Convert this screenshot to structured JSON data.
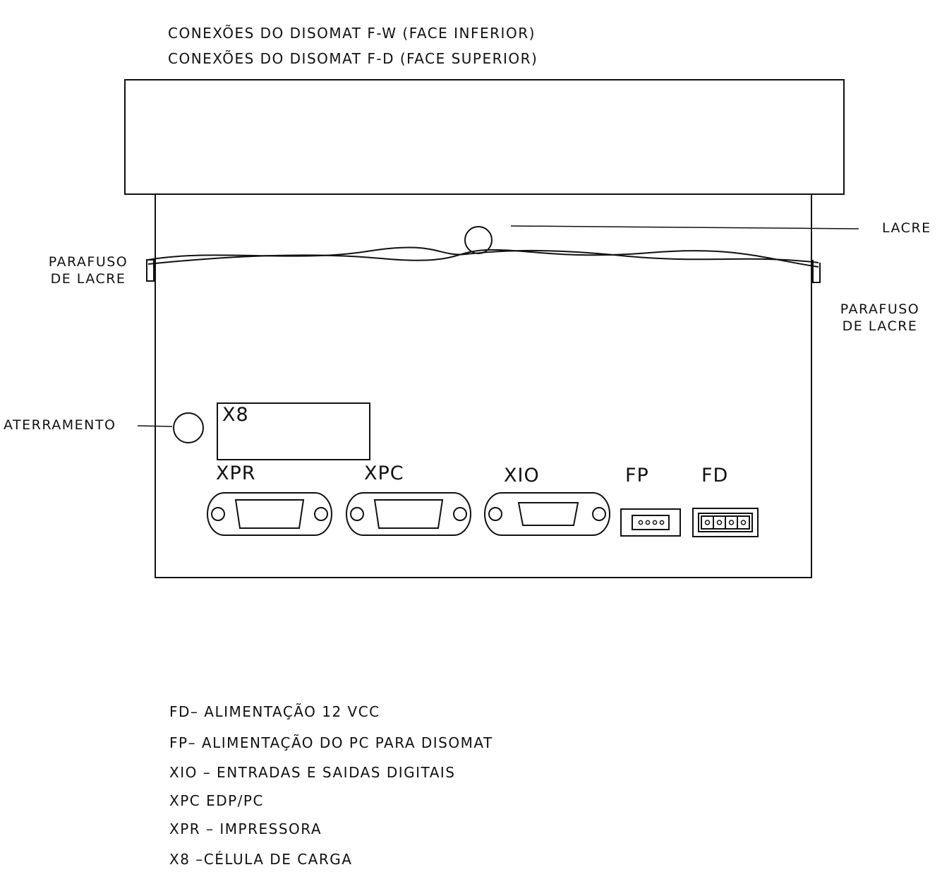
{
  "title": {
    "line1": "CONEXÕES DO DISOMAT F-W (FACE INFERIOR)",
    "line2": "CONEXÕES DO DISOMAT F-D (FACE SUPERIOR)"
  },
  "callouts": {
    "lacre": "LACRE",
    "parafuso_left_1": "PARAFUSO",
    "parafuso_left_2": "DE LACRE",
    "parafuso_right_1": "PARAFUSO",
    "parafuso_right_2": "DE LACRE",
    "aterramento": "ATERRAMENTO"
  },
  "ports": {
    "x8": "X8",
    "xpr": "XPR",
    "xpc": "XPC",
    "xio": "XIO",
    "fp": "FP",
    "fd": "FD"
  },
  "legend": [
    "FD– ALIMENTAÇÃO 12 VCC",
    "FP– ALIMENTAÇÃO DO PC PARA DISOMAT",
    "XIO – ENTRADAS E SAIDAS DIGITAIS",
    "XPC EDP/PC",
    "XPR – IMPRESSORA",
    "X8 –CÉLULA DE CARGA"
  ]
}
